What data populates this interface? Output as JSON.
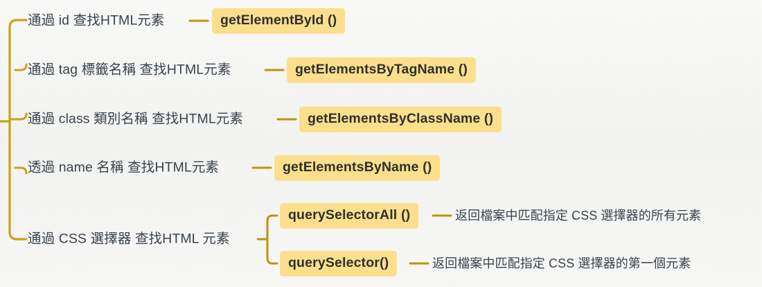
{
  "diagram": {
    "type": "mind-map",
    "title_present": false,
    "colors": {
      "background": "#f7f7f5",
      "label_text": "#39434e",
      "tag_background": "#fbdf8c",
      "tag_text": "#2f2f2f",
      "connector": "#b8960c",
      "bracket": "#c8a415"
    },
    "root_connector": "root-bracket",
    "branches": [
      {
        "label": "通過 id 查找HTML元素",
        "connector": "dash",
        "tag": "getElementById ()",
        "children": []
      },
      {
        "label": "通過 tag 標籤名稱 查找HTML元素",
        "connector": "dash",
        "tag": "getElementsByTagName ()",
        "children": []
      },
      {
        "label": "通過 class 類別名稱 查找HTML元素",
        "connector": "dash",
        "tag": "getElementsByClassName ()",
        "children": []
      },
      {
        "label": "透過 name 名稱 查找HTML元素",
        "connector": "dash",
        "tag": "getElementsByName ()",
        "children": []
      },
      {
        "label": "通過 CSS 選擇器 查找HTML 元素",
        "connector": "bracket",
        "tag": null,
        "children": [
          {
            "tag": "querySelectorAll ()",
            "connector": "dash",
            "description": "返回檔案中匹配指定 CSS 選擇器的所有元素"
          },
          {
            "tag": "querySelector()",
            "connector": "dash",
            "description": "返回檔案中匹配指定 CSS 選擇器的第一個元素"
          }
        ]
      }
    ]
  }
}
